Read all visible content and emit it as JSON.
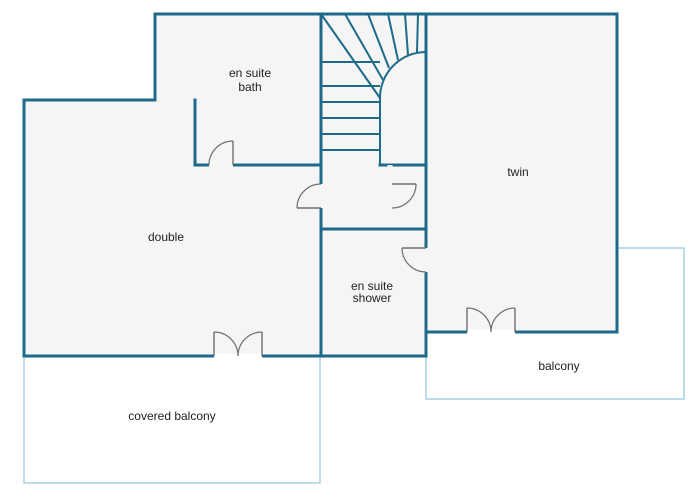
{
  "rooms": {
    "en_suite_bath": {
      "line1": "en suite",
      "line2": "bath"
    },
    "double": {
      "label": "double"
    },
    "twin": {
      "label": "twin"
    },
    "en_suite_shower": {
      "line1": "en suite",
      "line2": "shower"
    },
    "balcony": {
      "label": "balcony"
    },
    "covered_balcony": {
      "label": "covered balcony"
    }
  },
  "colors": {
    "wall": "#1d6a8a",
    "balcony_outline": "#a6d3e1",
    "room_fill": "#f5f5f5",
    "door": "#6f6f6f"
  }
}
